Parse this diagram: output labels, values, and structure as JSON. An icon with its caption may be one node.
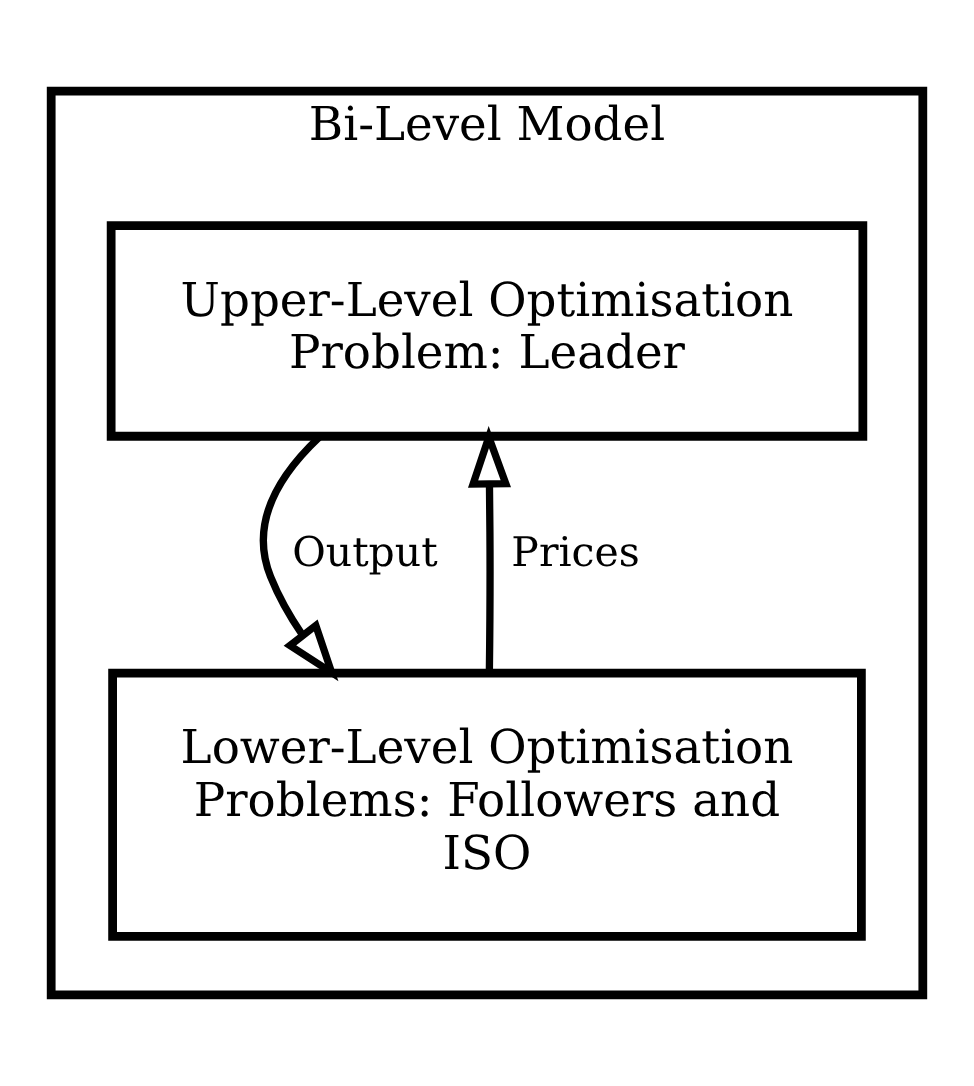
{
  "diagram": {
    "nodes": [
      {
        "text": [
          "Bi-Level Model"
        ]
      },
      {
        "text": [
          "Upper-Level Optimisation Problem: Leader"
        ],
        "in": 0
      },
      {
        "text": [
          "Lower-Level Optimisation Problems: Followers and ISO"
        ],
        "in": 0
      }
    ],
    "edges": [
      {
        "from": 1,
        "to": 2,
        "arrow": "to",
        "label": "Output"
      },
      {
        "from": 2,
        "to": 1,
        "arrow": "to",
        "label": "Prices"
      }
    ]
  }
}
